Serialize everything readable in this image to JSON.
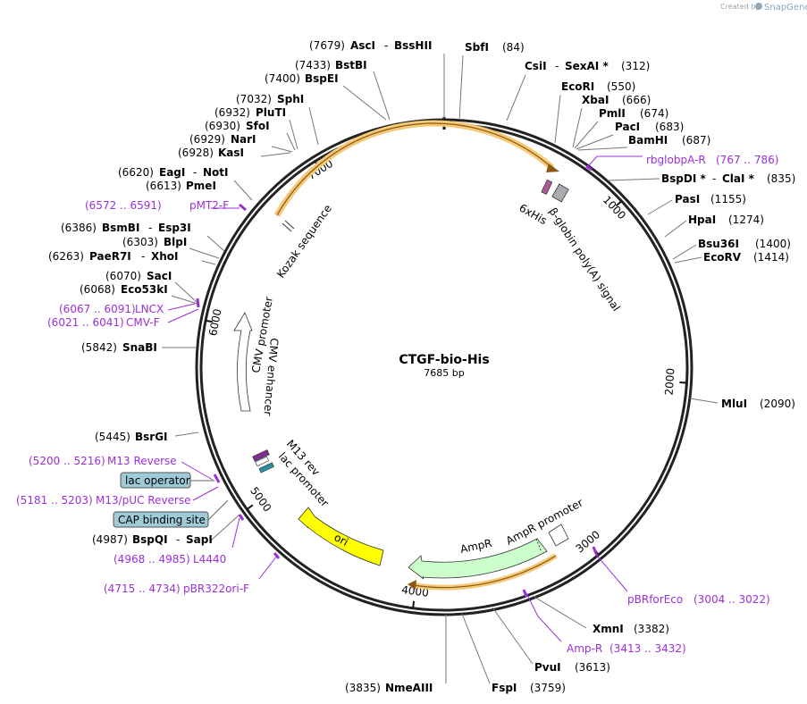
{
  "credit": {
    "prefix": "Created by",
    "brand": "SnapGene"
  },
  "plasmid": {
    "name": "CTGF-bio-His",
    "size_label": "7685 bp",
    "length_bp": 7685
  },
  "ticks": [
    {
      "bp": 1000,
      "label": "1000"
    },
    {
      "bp": 2000,
      "label": "2000"
    },
    {
      "bp": 3000,
      "label": "3000"
    },
    {
      "bp": 4000,
      "label": "4000"
    },
    {
      "bp": 5000,
      "label": "5000"
    },
    {
      "bp": 6000,
      "label": "6000"
    },
    {
      "bp": 7000,
      "label": "7000"
    }
  ],
  "enzymes": [
    {
      "id": "ascI",
      "pos_label": "(7679)",
      "name": "AscI",
      "sep": "-",
      "name2": "BssHII"
    },
    {
      "id": "sbfI",
      "pos_label": "(84)",
      "name": "SbfI"
    },
    {
      "id": "csiI",
      "pos_label": "(312)",
      "name": "CsiI",
      "sep": "-",
      "name2": "SexAI *"
    },
    {
      "id": "bstbi",
      "pos_label": "(7433)",
      "name": "BstBI"
    },
    {
      "id": "bspei",
      "pos_label": "(7400)",
      "name": "BspEI"
    },
    {
      "id": "ecori",
      "pos_label": "(550)",
      "name": "EcoRI"
    },
    {
      "id": "xbai",
      "pos_label": "(666)",
      "name": "XbaI"
    },
    {
      "id": "pmli",
      "pos_label": "(674)",
      "name": "PmlI"
    },
    {
      "id": "paci",
      "pos_label": "(683)",
      "name": "PacI"
    },
    {
      "id": "bamhi",
      "pos_label": "(687)",
      "name": "BamHI"
    },
    {
      "id": "sphi",
      "pos_label": "(7032)",
      "name": "SphI"
    },
    {
      "id": "plutii",
      "pos_label": "(6932)",
      "name": "PluTI"
    },
    {
      "id": "sfoi",
      "pos_label": "(6930)",
      "name": "SfoI"
    },
    {
      "id": "nari",
      "pos_label": "(6929)",
      "name": "NarI"
    },
    {
      "id": "kasi",
      "pos_label": "(6928)",
      "name": "KasI"
    },
    {
      "id": "eagi",
      "pos_label": "(6620)",
      "name": "EagI",
      "sep": "-",
      "name2": "NotI"
    },
    {
      "id": "pmei",
      "pos_label": "(6613)",
      "name": "PmeI"
    },
    {
      "id": "bspdi",
      "pos_label": "(835)",
      "name": "BspDI *",
      "sep": "-",
      "name2": "ClaI *"
    },
    {
      "id": "pasi",
      "pos_label": "(1155)",
      "name": "PasI"
    },
    {
      "id": "hpai",
      "pos_label": "(1274)",
      "name": "HpaI"
    },
    {
      "id": "bsu36i",
      "pos_label": "(1400)",
      "name": "Bsu36I"
    },
    {
      "id": "ecorv",
      "pos_label": "(1414)",
      "name": "EcoRV"
    },
    {
      "id": "bsmbi",
      "pos_label": "(6386)",
      "name": "BsmBI",
      "sep": "-",
      "name2": "Esp3I"
    },
    {
      "id": "blpi",
      "pos_label": "(6303)",
      "name": "BlpI"
    },
    {
      "id": "paer7i",
      "pos_label": "(6263)",
      "name": "PaeR7I",
      "sep": "-",
      "name2": "XhoI"
    },
    {
      "id": "saci",
      "pos_label": "(6070)",
      "name": "SacI"
    },
    {
      "id": "eco53ki",
      "pos_label": "(6068)",
      "name": "Eco53kI"
    },
    {
      "id": "snabi",
      "pos_label": "(5842)",
      "name": "SnaBI"
    },
    {
      "id": "mlui",
      "pos_label": "(2090)",
      "name": "MluI"
    },
    {
      "id": "bsrgi",
      "pos_label": "(5445)",
      "name": "BsrGI"
    },
    {
      "id": "bspqi",
      "pos_label": "(4987)",
      "name": "BspQI",
      "sep": "-",
      "name2": "SapI"
    },
    {
      "id": "xmni",
      "pos_label": "(3382)",
      "name": "XmnI"
    },
    {
      "id": "pvui",
      "pos_label": "(3613)",
      "name": "PvuI"
    },
    {
      "id": "nmeaiii",
      "pos_label": "(3835)",
      "name": "NmeAIII"
    },
    {
      "id": "fspi",
      "pos_label": "(3759)",
      "name": "FspI"
    }
  ],
  "primers": [
    {
      "id": "rbglobpa-r",
      "name": "rbglobpA-R",
      "range": "(767 .. 786)"
    },
    {
      "id": "pmt2-f",
      "name": "pMT2-F",
      "range": "(6572 .. 6591)"
    },
    {
      "id": "lncx",
      "name": "LNCX",
      "range": "(6067 .. 6091)"
    },
    {
      "id": "cmv-f",
      "name": "CMV-F",
      "range": "(6021 .. 6041)"
    },
    {
      "id": "m13-reverse",
      "name": "M13 Reverse",
      "range": "(5200 .. 5216)"
    },
    {
      "id": "m13-puc-reverse",
      "name": "M13/pUC Reverse",
      "range": "(5181 .. 5203)"
    },
    {
      "id": "l4440",
      "name": "L4440",
      "range": "(4968 .. 4985)"
    },
    {
      "id": "pbr322ori-f",
      "name": "pBR322ori-F",
      "range": "(4715 .. 4734)"
    },
    {
      "id": "pbrforeco",
      "name": "pBRforEco",
      "range": "(3004 .. 3022)"
    },
    {
      "id": "amp-r",
      "name": "Amp-R",
      "range": "(3413 .. 3432)"
    }
  ],
  "boxes": [
    {
      "id": "lac-operator",
      "label": "lac operator"
    },
    {
      "id": "cap-binding-site",
      "label": "CAP binding site"
    }
  ],
  "features": [
    {
      "id": "kozak",
      "label": "Kozak sequence"
    },
    {
      "id": "sixhis",
      "label": "6xHis"
    },
    {
      "id": "betaglobin",
      "label": "β-globin poly(A) signal"
    },
    {
      "id": "cmv-promoter",
      "label": "CMV promoter"
    },
    {
      "id": "cmv-enhancer",
      "label": "CMV enhancer"
    },
    {
      "id": "m13-rev",
      "label": "M13 rev"
    },
    {
      "id": "lac-promoter",
      "label": "lac promoter"
    },
    {
      "id": "ori",
      "label": "ori"
    },
    {
      "id": "ampr",
      "label": "AmpR"
    },
    {
      "id": "ampr-promoter",
      "label": "AmpR promoter"
    }
  ],
  "colors": {
    "primer": "#9b30d9",
    "orange_feature": "#f5a623",
    "ori_yellow": "#ffff00",
    "ampr_green": "#ccffcc",
    "box_fill": "#9ecbd6",
    "gray_feature": "#a8acb0",
    "m13_purple": "#7a2e8e",
    "lac_teal": "#2a8fa0"
  }
}
